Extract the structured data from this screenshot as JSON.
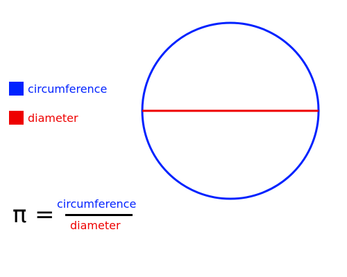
{
  "legend": {
    "items": [
      {
        "label": "circumference",
        "color": "#0022ff"
      },
      {
        "label": "diameter",
        "color": "#ee0000"
      }
    ]
  },
  "formula": {
    "symbol": "π",
    "equals": "=",
    "numerator": "circumference",
    "denominator": "diameter"
  },
  "colors": {
    "circumference": "#0022ff",
    "diameter": "#ee0000",
    "text": "#000000"
  }
}
